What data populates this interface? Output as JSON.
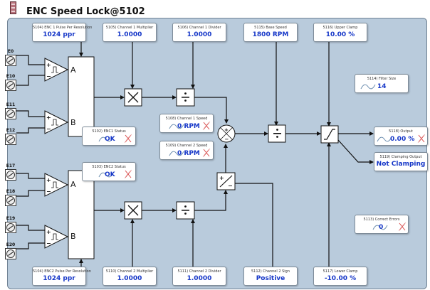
{
  "title": "ENC Speed Lock@5102",
  "inputs": {
    "enc1_terminals": [
      "E0",
      "E10",
      "E11",
      "E12"
    ],
    "enc2_terminals": [
      "E17",
      "E18",
      "E19",
      "E20"
    ],
    "channel_a": "A",
    "channel_b": "B"
  },
  "params": {
    "enc1_ppr": {
      "label": "5104) ENC 1 Pulse Per Resolution",
      "value": "1024 ppr"
    },
    "ch1_mult": {
      "label": "5105) Channel 1 Multiplier",
      "value": "1.0000"
    },
    "ch1_div": {
      "label": "5106) Channel 1 Divider",
      "value": "1.0000"
    },
    "base_speed": {
      "label": "5115) Base Speed",
      "value": "1800 RPM"
    },
    "upper_clamp": {
      "label": "5116) Upper Clamp",
      "value": "10.00 %"
    },
    "filter_size": {
      "label": "5114) Filter Size",
      "value": "14"
    },
    "enc1_status": {
      "label": "5102) ENC1 Status",
      "value": "OK"
    },
    "ch1_speed": {
      "label": "5108) Channel 1 Speed",
      "value": "0 RPM"
    },
    "ch2_speed": {
      "label": "5109) Channel 2 Speed",
      "value": "0 RPM"
    },
    "output": {
      "label": "5118) Output",
      "value": "0.00 %"
    },
    "clamping_output": {
      "label": "5119) Clamping Output",
      "value": "Not Clamping"
    },
    "enc2_status": {
      "label": "5103) ENC2 Status",
      "value": "OK"
    },
    "correct_errors": {
      "label": "5113) Correct Errors",
      "value": "0"
    },
    "enc2_ppr": {
      "label": "5104) ENC2 Pulse Per Resolution",
      "value": "1024 ppr"
    },
    "ch2_mult": {
      "label": "5110) Channel 2 Multiplier",
      "value": "1.0000"
    },
    "ch2_div": {
      "label": "5111) Channel 2 Divider",
      "value": "1.0000"
    },
    "ch2_sign": {
      "label": "5112) Channel 2 Sign",
      "value": "Positive"
    },
    "lower_clamp": {
      "label": "5117) Lower Clamp",
      "value": "-10.00 %"
    }
  },
  "colors": {
    "panel": "#b9cbdc",
    "value_text": "#1637c8",
    "status_mark": "#d84848"
  }
}
